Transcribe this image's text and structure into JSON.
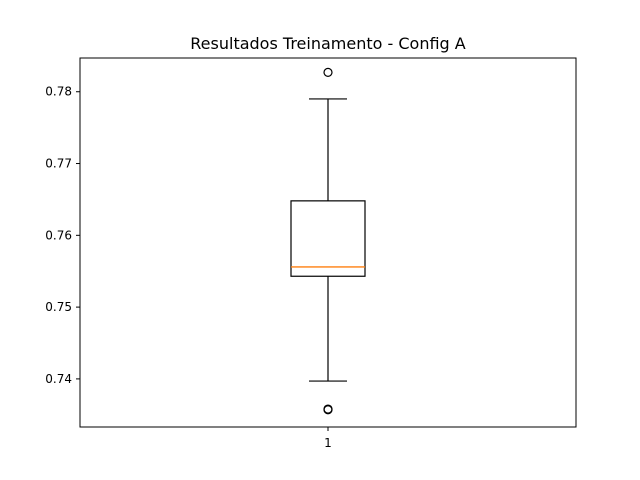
{
  "chart_data": {
    "type": "boxplot",
    "title": "Resultados Treinamento - Config A",
    "xlabel": "",
    "ylabel": "",
    "categories": [
      "1"
    ],
    "boxes": [
      {
        "category": "1",
        "whisker_low": 0.7397,
        "q1": 0.7543,
        "median": 0.7556,
        "q3": 0.7648,
        "whisker_high": 0.779,
        "outliers": [
          0.7827,
          0.7358,
          0.7357
        ]
      }
    ],
    "ylim": [
      0.7333,
      0.7847
    ],
    "yticks": [
      0.74,
      0.75,
      0.76,
      0.77,
      0.78
    ],
    "ytick_labels": [
      "0.74",
      "0.75",
      "0.76",
      "0.77",
      "0.78"
    ],
    "grid": false,
    "colors": {
      "box": "#000000",
      "median": "#ff7f0e",
      "outlier": "#000000"
    }
  }
}
